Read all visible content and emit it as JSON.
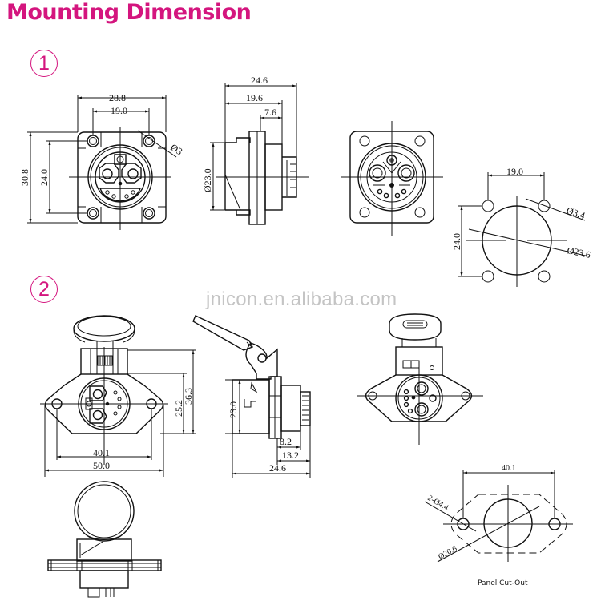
{
  "title": "Mounting Dimension",
  "sections": [
    {
      "number": "1"
    },
    {
      "number": "2"
    }
  ],
  "watermark": "jnicon.en.alibaba.com",
  "section1": {
    "front_view": {
      "width": "28.8",
      "hole_spacing_x": "19.0",
      "height": "30.8",
      "hole_spacing_y": "24.0",
      "hole_dia": "Ø3"
    },
    "side_view": {
      "overall_depth": "24.6",
      "body_depth": "19.6",
      "flange_to_rear": "7.6",
      "body_dia": "Ø23.0"
    },
    "panel_cutout": {
      "hole_spacing_x": "19.0",
      "hole_spacing_y": "24.0",
      "hole_dia": "Ø3.4",
      "cutout_dia": "Ø23.6"
    }
  },
  "section2": {
    "front_view": {
      "hole_spacing": "40.1",
      "width": "50.0",
      "height_to_hinge": "25.2",
      "overall_height": "36.3"
    },
    "side_view": {
      "body_dia": "23.0",
      "rear_1": "8.2",
      "rear_2": "13.2",
      "overall_depth": "24.6"
    },
    "panel_cutout": {
      "hole_spacing": "40.1",
      "hole_dia": "2-Ø4.4",
      "cutout_dia": "Ø20.6",
      "caption": "Panel Cut-Out"
    }
  }
}
